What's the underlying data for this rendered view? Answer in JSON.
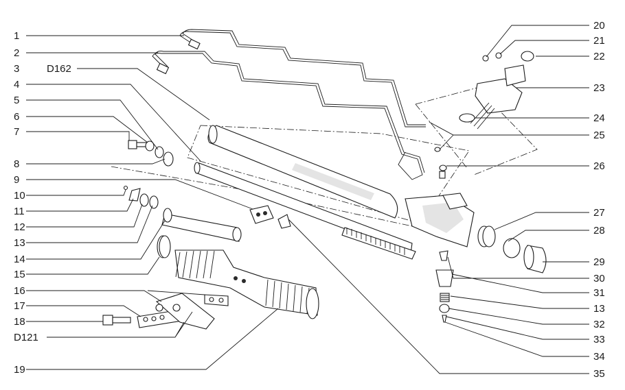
{
  "labels": {
    "l1": "1",
    "l2": "2",
    "l3": "3",
    "d162": "D162",
    "l4": "4",
    "l5": "5",
    "l6": "6",
    "l7": "7",
    "l8": "8",
    "l9": "9",
    "l10": "10",
    "l11": "11",
    "l12": "12",
    "l13": "13",
    "l14": "14",
    "l15": "15",
    "l16": "16",
    "l17": "17",
    "l18": "18",
    "d121": "D121",
    "l19": "19",
    "l20": "20",
    "l21": "21",
    "l22": "22",
    "l23": "23",
    "l24": "24",
    "l25": "25",
    "l26": "26",
    "l27": "27",
    "l28": "28",
    "l29": "29",
    "l30": "30",
    "l31": "31",
    "l13r": "13",
    "l32": "32",
    "l33": "33",
    "l34": "34",
    "l35": "35"
  }
}
